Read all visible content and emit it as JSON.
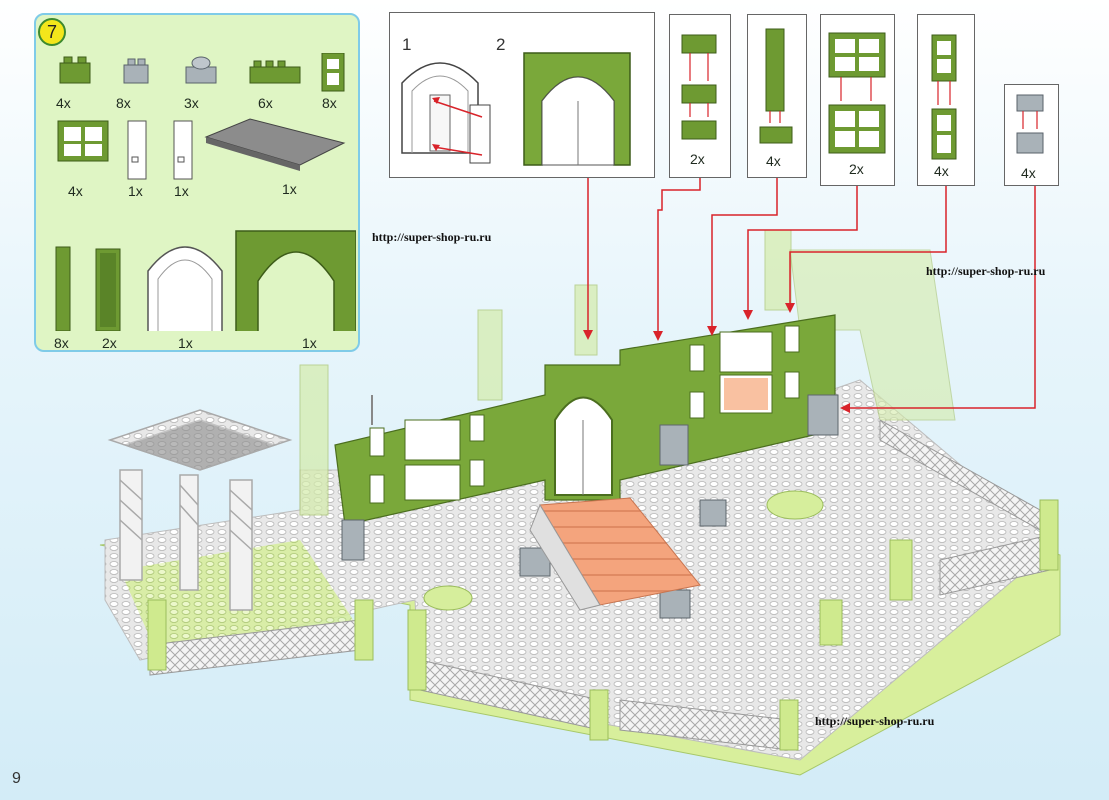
{
  "step": {
    "number": "7"
  },
  "parts": [
    {
      "icon": "green-brick-2x2-icon",
      "qty": "4x"
    },
    {
      "icon": "gray-brick-1x2-icon",
      "qty": "8x"
    },
    {
      "icon": "gray-round-tile-icon",
      "qty": "3x"
    },
    {
      "icon": "green-brick-1x4-icon",
      "qty": "6x"
    },
    {
      "icon": "green-window-brick-icon",
      "qty": "8x"
    },
    {
      "icon": "green-window-frame-icon",
      "qty": "4x"
    },
    {
      "icon": "white-door-icon",
      "qty": "1x"
    },
    {
      "icon": "white-door-icon",
      "qty": "1x"
    },
    {
      "icon": "gray-base-plate-icon",
      "qty": "1x"
    },
    {
      "icon": "green-column-icon",
      "qty": "8x"
    },
    {
      "icon": "green-tall-panel-icon",
      "qty": "2x"
    },
    {
      "icon": "white-arch-door-frame-icon",
      "qty": "1x"
    },
    {
      "icon": "green-arch-icon",
      "qty": "1x"
    }
  ],
  "substeps": [
    {
      "label": "1"
    },
    {
      "label": "2"
    }
  ],
  "subassemblies": [
    {
      "qty": "2x"
    },
    {
      "qty": "4x"
    },
    {
      "qty": "2x"
    },
    {
      "qty": "4x"
    },
    {
      "qty": "4x"
    }
  ],
  "watermarks": [
    "http://super-shop-ru.ru",
    "http://super-shop-ru.ru",
    "http://super-shop-ru.ru"
  ],
  "page_number": "9",
  "colors": {
    "brick_green": "#7aa83a",
    "light_green": "#d9ef9a",
    "plate_gray": "#e4e4e4",
    "stairs_orange": "#f2a57c",
    "arrow_red": "#d9232a",
    "panel_border": "#7fcbe8"
  }
}
